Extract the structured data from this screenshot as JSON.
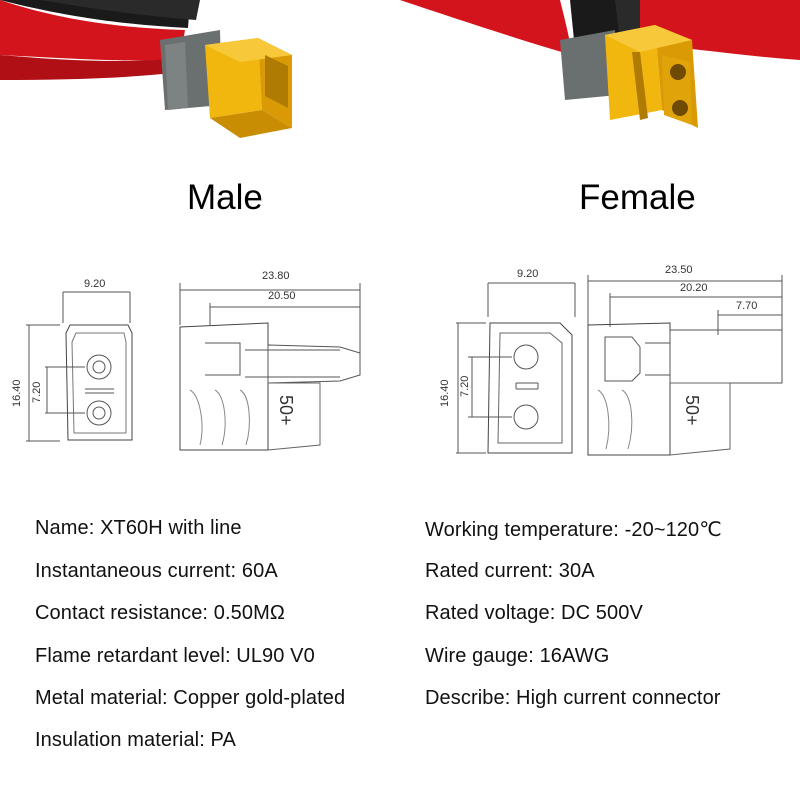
{
  "headings": {
    "male": "Male",
    "female": "Female"
  },
  "colors": {
    "housing": "#f2b70f",
    "housing_shade": "#d99a05",
    "sleeve": "#6a6f70",
    "wire_red": "#d4141c",
    "wire_black": "#1a1a1a"
  },
  "drawings": {
    "male": {
      "front_width": "9.20",
      "front_height": "16.40",
      "pin_pitch": "7.20",
      "length_total": "23.80",
      "length_body": "20.50",
      "marking": "50+"
    },
    "female": {
      "front_width": "9.20",
      "front_height": "16.40",
      "pin_pitch": "7.20",
      "length_total": "23.50",
      "length_body": "20.20",
      "length_pin": "7.70",
      "marking": "50+"
    }
  },
  "specs": {
    "left": [
      "Name: XT60H with line",
      "Instantaneous current: 60A",
      "Contact resistance: 0.50MΩ",
      "Flame retardant level: UL90 V0",
      "Metal material: Copper gold-plated",
      "Insulation material: PA"
    ],
    "right": [
      "Working temperature: -20~120℃",
      "Rated current: 30A",
      "Rated voltage: DC 500V",
      "Wire gauge: 16AWG",
      "Describe: High current connector"
    ]
  }
}
